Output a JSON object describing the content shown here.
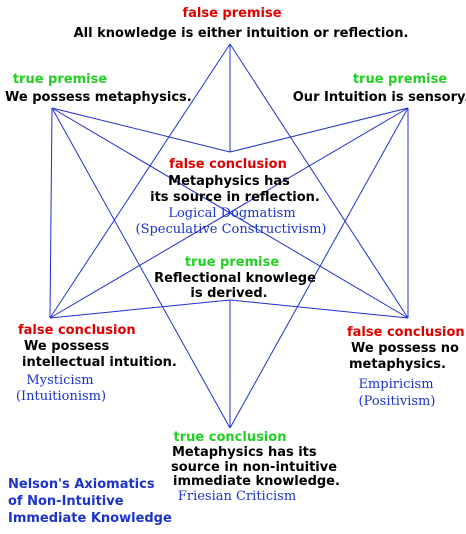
{
  "colors": {
    "line": "#2030d0",
    "false_label": "#e00000",
    "true_label": "#22d022",
    "school": "#1a33cc"
  },
  "top": {
    "tag": "false premise",
    "text": "All knowledge is either intuition or reflection."
  },
  "upper_left": {
    "tag": "true premise",
    "text": "We possess metaphysics."
  },
  "upper_right": {
    "tag": "true premise",
    "text": "Our Intuition is sensory."
  },
  "center_upper": {
    "tag": "false conclusion",
    "line1": "Metaphysics has",
    "line2": "its source in reflection.",
    "school1": "Logical Dogmatism",
    "school2": "(Speculative Constructivism)"
  },
  "center_lower": {
    "tag": "true premise",
    "line1": "Reflectional knowlege",
    "line2": "is derived."
  },
  "lower_left": {
    "tag": "false conclusion",
    "line1": "We possess",
    "line2": "intellectual intuition.",
    "school1": "Mysticism",
    "school2": "(Intuitionism)"
  },
  "lower_right": {
    "tag": "false conclusion",
    "line1": "We possess no",
    "line2": "metaphysics.",
    "school1": "Empiricism",
    "school2": "(Positivism)"
  },
  "bottom": {
    "tag": "true conclusion",
    "line1": "Metaphysics has its",
    "line2": "source in non-intuitive",
    "line3": "immediate knowledge.",
    "school": "Friesian Criticism"
  },
  "caption": {
    "line1": "Nelson's Axiomatics",
    "line2": "of Non-Intuitive",
    "line3": "Immediate Knowledge"
  }
}
